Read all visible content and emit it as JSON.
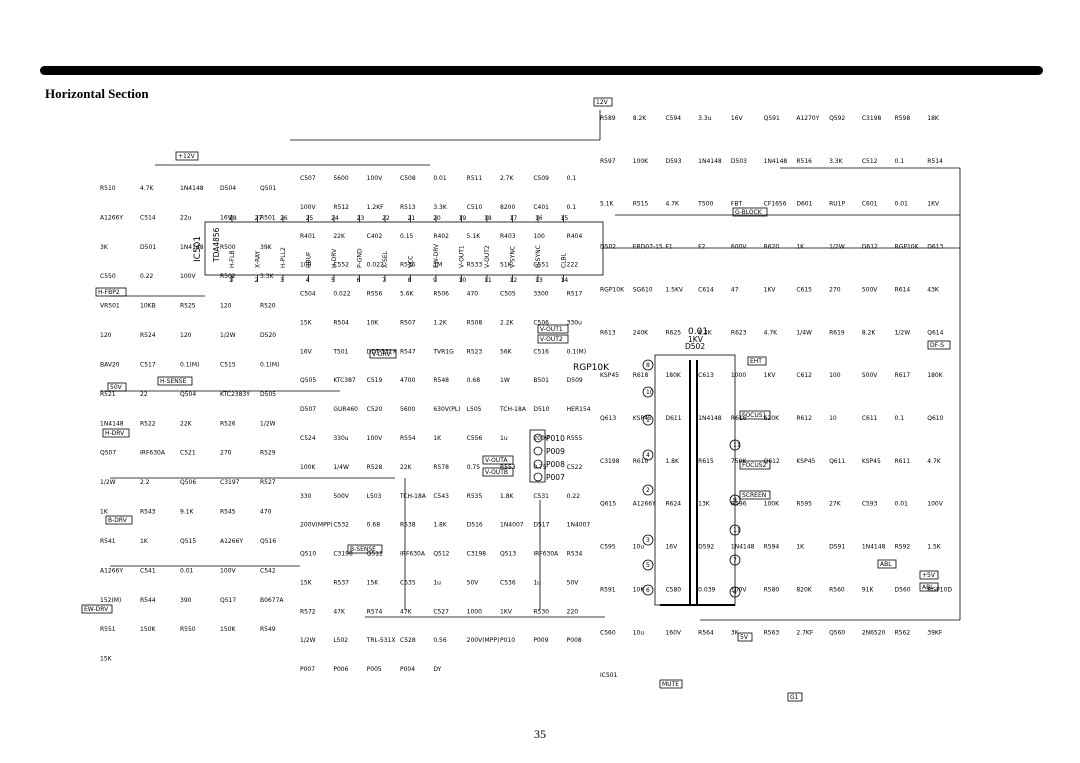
{
  "page": {
    "title": "Horizontal Section",
    "page_number": "35"
  },
  "ic": {
    "ref": "IC501",
    "part": "TDA4856",
    "pins_top": [
      "14",
      "13",
      "12",
      "11",
      "10",
      "9",
      "8",
      "7",
      "6",
      "5",
      "4",
      "3",
      "2",
      "1"
    ],
    "pin_names": [
      "H-FLB",
      "X-RAY",
      "H-PLL2",
      "HBUF",
      "H-DRV",
      "P-GND",
      "X-SEL",
      "VCC",
      "EW-DRV",
      "V-OUT1",
      "V-OUT2",
      "V-SYNC",
      "H-SYNC",
      "CLBL"
    ]
  },
  "components": {
    "left": [
      "R510",
      "4.7K",
      "1N4148",
      "D504",
      "Q501",
      "A1266Y",
      "C514",
      "22u",
      "16V",
      "R501",
      "3K",
      "D501",
      "1N4148",
      "R500",
      "39K",
      "C550",
      "0.22",
      "100V",
      "R502",
      "3.3K",
      "VR501",
      "10KB",
      "R525",
      "120",
      "R520",
      "120",
      "R524",
      "120",
      "1/2W",
      "D520",
      "BAV20",
      "C517",
      "0.1(M)",
      "C515",
      "0.1(M)",
      "R521",
      "22",
      "Q504",
      "KTC2383Y",
      "D505",
      "1N4148",
      "R522",
      "22K",
      "R526",
      "1/2W",
      "Q507",
      "IRF630A",
      "C521",
      "270",
      "R529",
      "1/2W",
      "2.2",
      "Q506",
      "C3197",
      "R527",
      "1K",
      "R543",
      "9.1K",
      "R545",
      "470",
      "R541",
      "1K",
      "Q515",
      "A1266Y",
      "Q516",
      "A1266Y",
      "C541",
      "0.01",
      "100V",
      "C542",
      "152(M)",
      "R544",
      "390",
      "Q517",
      "B0677A",
      "R551",
      "150K",
      "R550",
      "150K",
      "R549",
      "15K"
    ],
    "center": [
      "C507",
      "5600",
      "100V",
      "C508",
      "0.01",
      "R511",
      "2.7K",
      "C509",
      "0.1",
      "100V",
      "R512",
      "1.2KF",
      "R513",
      "3.3K",
      "C510",
      "8200",
      "C401",
      "0.1",
      "R401",
      "22K",
      "C402",
      "0.15",
      "R402",
      "5.1K",
      "R403",
      "100",
      "R404",
      "100",
      "C552",
      "0.022",
      "R536",
      "1M",
      "R533",
      "51K",
      "C551",
      "222",
      "C504",
      "0.022",
      "R556",
      "5.6K",
      "R506",
      "470",
      "C505",
      "3300",
      "R517",
      "15K",
      "R504",
      "10K",
      "R507",
      "1.2K",
      "R508",
      "2.2K",
      "C506",
      "330u",
      "16V",
      "T501",
      "DDT-531X",
      "R547",
      "TVR1G",
      "R523",
      "56K",
      "C516",
      "0.1(M)",
      "Q505",
      "KTC387",
      "C519",
      "4700",
      "R548",
      "0.68",
      "1W",
      "B501",
      "D509",
      "D507",
      "GUR460",
      "C520",
      "5600",
      "630V(PL)",
      "L505",
      "TCH-18A",
      "D510",
      "HER154",
      "C524",
      "330u",
      "100V",
      "R554",
      "1K",
      "C556",
      "1u",
      "200V",
      "R555",
      "100K",
      "1/4W",
      "R528",
      "22K",
      "R578",
      "0.75",
      "R553",
      "0.75",
      "C522",
      "330",
      "500V",
      "L503",
      "TCH-18A",
      "C543",
      "R535",
      "1.8K",
      "C531",
      "0.22",
      "200V(MPP)",
      "C532",
      "0.68",
      "R538",
      "1.8K",
      "D516",
      "1N4007",
      "D517",
      "1N4007",
      "Q510",
      "C3198",
      "Q511",
      "IRF630A",
      "Q512",
      "C3198",
      "Q513",
      "IRF630A",
      "R534",
      "15K",
      "R537",
      "15K",
      "C535",
      "1u",
      "50V",
      "C536",
      "1u",
      "50V",
      "R572",
      "47K",
      "R574",
      "47K",
      "C527",
      "1000",
      "1KV",
      "R530",
      "220",
      "1/2W",
      "L502",
      "TRL-531X",
      "C528",
      "0.56",
      "200V(MPP)",
      "P010",
      "P009",
      "P008",
      "P007",
      "P006",
      "P005",
      "P004",
      "DY"
    ],
    "right": [
      "R589",
      "8.2K",
      "C594",
      "3.3u",
      "16V",
      "Q591",
      "A1270Y",
      "Q592",
      "C3198",
      "R598",
      "18K",
      "R597",
      "100K",
      "D593",
      "1N4148",
      "D503",
      "1N4148",
      "R516",
      "3.3K",
      "C512",
      "0.1",
      "R514",
      "5.1K",
      "R515",
      "4.7K",
      "T500",
      "FBT",
      "CF1656",
      "D601",
      "RU1P",
      "C601",
      "0.01",
      "1KV",
      "D502",
      "ERD07-15",
      "F1",
      "F2",
      "600V",
      "R620",
      "1K",
      "1/2W",
      "D612",
      "RGP10K",
      "D613",
      "RGP10K",
      "SG610",
      "1.5KV",
      "C614",
      "47",
      "1KV",
      "C615",
      "270",
      "500V",
      "R614",
      "43K",
      "R613",
      "240K",
      "R625",
      "8.2K",
      "R623",
      "4.7K",
      "1/4W",
      "R619",
      "8.2K",
      "1/2W",
      "Q614",
      "KSP45",
      "R618",
      "180K",
      "C613",
      "1000",
      "1KV",
      "C612",
      "100",
      "500V",
      "R617",
      "180K",
      "Q613",
      "KSP45",
      "D611",
      "1N4148",
      "R616",
      "620K",
      "R612",
      "10",
      "C611",
      "0.1",
      "Q610",
      "C3198",
      "R610",
      "1.8K",
      "R615",
      "750K",
      "Q612",
      "KSP45",
      "Q611",
      "KSP45",
      "R611",
      "4.7K",
      "Q615",
      "A1266Y",
      "R624",
      "13K",
      "R596",
      "100K",
      "R595",
      "27K",
      "C593",
      "0.01",
      "100V",
      "C595",
      "10u",
      "16V",
      "D592",
      "1N4148",
      "R594",
      "1K",
      "D591",
      "1N4148",
      "R592",
      "1.5K",
      "R591",
      "10K",
      "C580",
      "0.039",
      "100V",
      "R580",
      "820K",
      "R560",
      "91K",
      "D560",
      "RGP10D",
      "C560",
      "10u",
      "160V",
      "R564",
      "3K",
      "R563",
      "2.7KF",
      "Q560",
      "2N6520",
      "R562",
      "39KF",
      "IC501"
    ]
  },
  "net_labels": [
    "12V",
    "+12V",
    "H-FBP2",
    "50V",
    "H-SENSE",
    "H-DRV",
    "B-DRV",
    "EW-DRV",
    "G-BLOCK",
    "V-OUT1",
    "V-OUT2",
    "EHT",
    "FOCUS1",
    "FOCUS2",
    "SCREEN",
    "DF-S",
    "+5V",
    "ABL",
    "ABL",
    "5V",
    "MUTE",
    "G1",
    "B-SENSE",
    "V-OUTA",
    "V-OUTB",
    "V-DRV"
  ]
}
